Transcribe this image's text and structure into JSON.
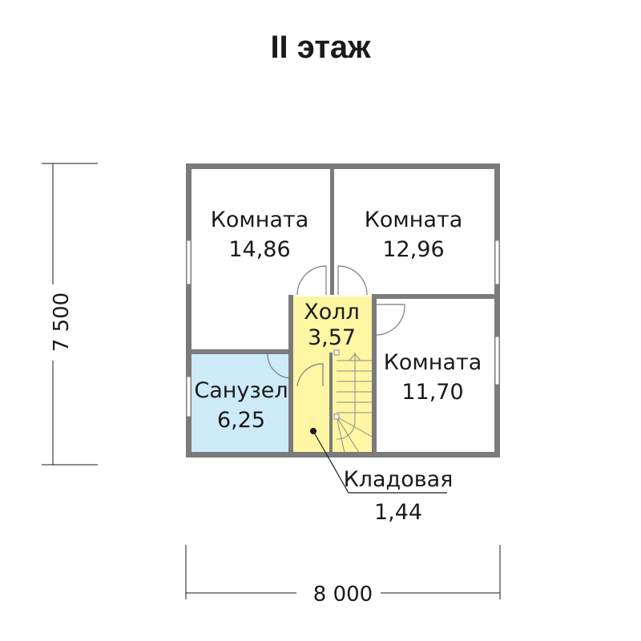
{
  "title": "II этаж",
  "rooms": [
    {
      "name": "Комната",
      "area": "14,86"
    },
    {
      "name": "Комната",
      "area": "12,96"
    },
    {
      "name": "Холл",
      "area": "3,57"
    },
    {
      "name": "Комната",
      "area": "11,70"
    },
    {
      "name": "Санузел",
      "area": "6,25"
    },
    {
      "name": "Кладовая",
      "area": "1,44"
    }
  ],
  "dimensions": {
    "height": "7 500",
    "width": "8 000"
  },
  "colors": {
    "wall": "#7b7b7b",
    "hall": "#fff6a3",
    "bath": "#cdeaf8"
  }
}
